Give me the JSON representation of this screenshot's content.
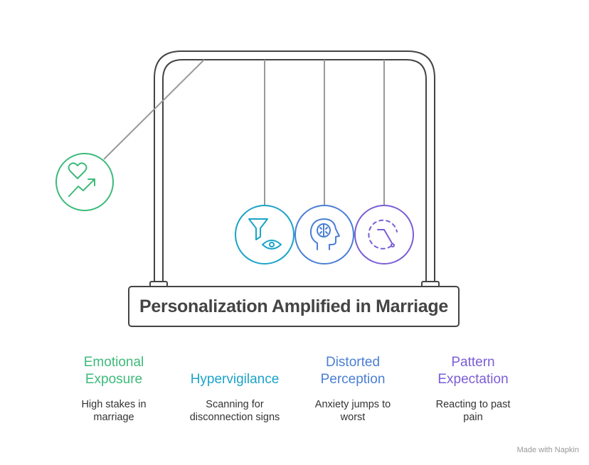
{
  "title": "Personalization Amplified in Marriage",
  "colors": {
    "frame": "#444444",
    "string": "#999999",
    "green": "#3dba7a",
    "teal": "#1ba3c8",
    "blue": "#4a7fd4",
    "purple": "#7a5ed6"
  },
  "items": [
    {
      "title_line1": "Emotional",
      "title_line2": "Exposure",
      "description_line1": "High stakes in",
      "description_line2": "marriage",
      "icon": "heart-growth-icon",
      "color": "#3dba7a"
    },
    {
      "title_line1": "Hypervigilance",
      "title_line2": "",
      "description_line1": "Scanning for",
      "description_line2": "disconnection signs",
      "icon": "funnel-eye-icon",
      "color": "#1ba3c8"
    },
    {
      "title_line1": "Distorted",
      "title_line2": "Perception",
      "description_line1": "Anxiety jumps to",
      "description_line2": "worst",
      "icon": "head-brain-icon",
      "color": "#4a7fd4"
    },
    {
      "title_line1": "Pattern",
      "title_line2": "Expectation",
      "description_line1": "Reacting to past",
      "description_line2": "pain",
      "icon": "dashed-clock-icon",
      "color": "#7a5ed6"
    }
  ],
  "watermark": "Made with  Napkin"
}
